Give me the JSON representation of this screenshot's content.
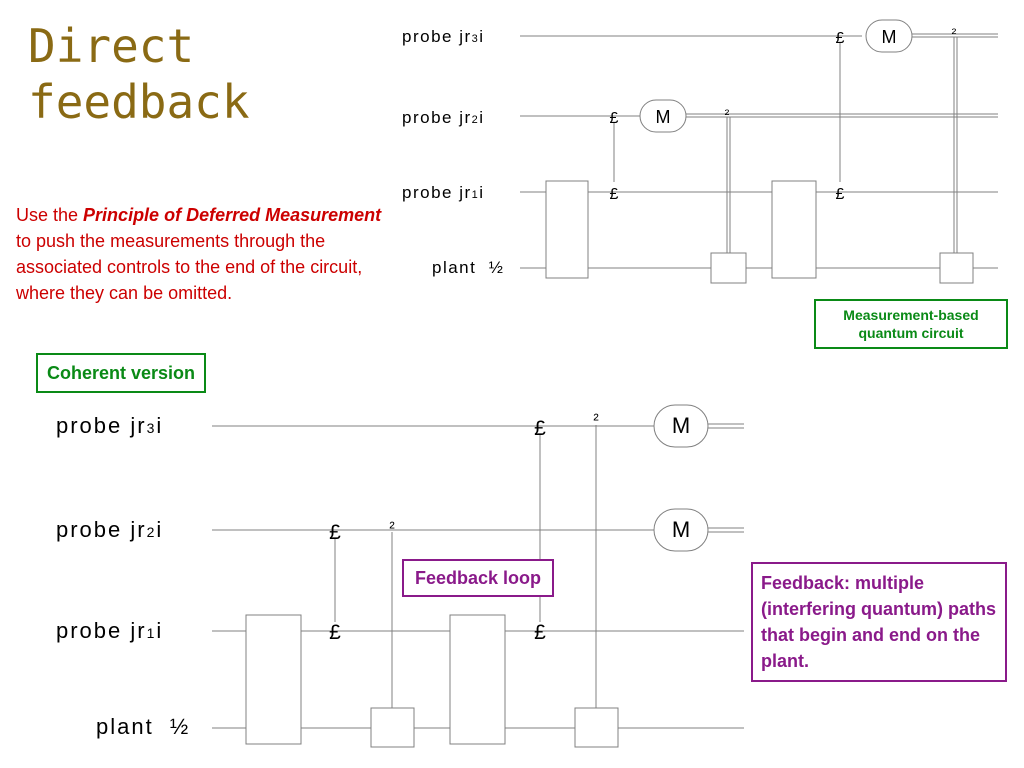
{
  "title": {
    "line1": "Direct",
    "line2": "feedback"
  },
  "description": {
    "prefix": "Use the ",
    "emphasis": "Principle of Deferred Measurement",
    "suffix": " to push the measurements through the associated controls to the end of the circuit, where they can be omitted."
  },
  "labels": {
    "measurement_based": "Measurement-based quantum circuit",
    "coherent": "Coherent version",
    "feedback_loop": "Feedback loop",
    "feedback_note": "Feedback: multiple (interfering quantum) paths that begin and end on the plant."
  },
  "circuit_top": {
    "wires": [
      {
        "prefix": "probe jr",
        "sub": "3",
        "suffix": "i"
      },
      {
        "prefix": "probe jr",
        "sub": "2",
        "suffix": "i"
      },
      {
        "prefix": "probe jr",
        "sub": "1",
        "suffix": "i"
      },
      {
        "prefix": "plant  ½",
        "sub": "",
        "suffix": ""
      }
    ],
    "pound": "£",
    "two": "²",
    "meter": "M"
  },
  "circuit_bottom": {
    "wires": [
      {
        "prefix": "probe jr",
        "sub": "3",
        "suffix": "i"
      },
      {
        "prefix": "probe jr",
        "sub": "2",
        "suffix": "i"
      },
      {
        "prefix": "probe jr",
        "sub": "1",
        "suffix": "i"
      },
      {
        "prefix": "plant  ½",
        "sub": "",
        "suffix": ""
      }
    ],
    "pound": "£",
    "two": "²",
    "meter": "M"
  },
  "colors": {
    "title": "#8a6a14",
    "description": "#cc0000",
    "green": "#0a8a16",
    "purple": "#8a1a8a"
  }
}
